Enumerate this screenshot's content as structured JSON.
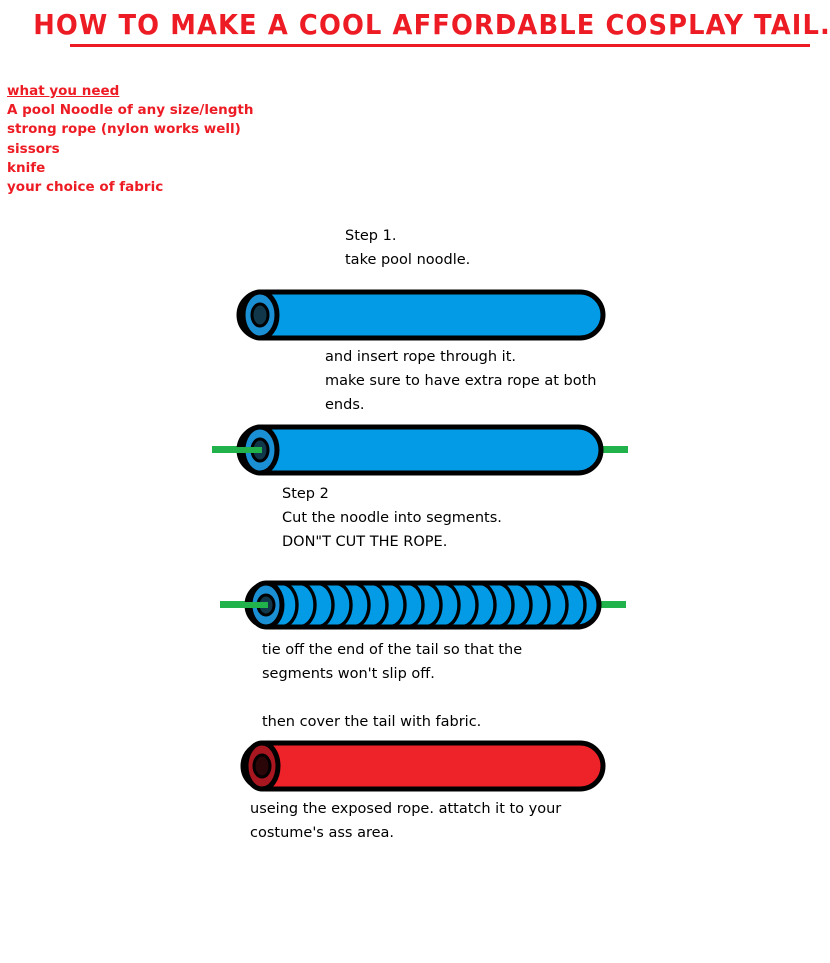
{
  "title": "HOW TO MAKE A COOL AFFORDABLE COSPLAY TAIL.",
  "materials": {
    "heading": "what you need",
    "items": [
      "A pool Noodle of any size/length",
      "strong rope (nylon works well)",
      "sissors",
      "knife",
      "your choice of fabric"
    ]
  },
  "steps": {
    "step1": "Step 1.\ntake pool noodle.",
    "insert_rope": "  and insert rope through it.\nmake sure to have extra rope at both\nends.",
    "step2": "Step 2\nCut the noodle into segments.\nDON\"T CUT THE ROPE.",
    "tie_off": "  tie off the end of the tail so that the\n  segments won't slip off.\n\nthen cover the tail with fabric.",
    "attach": "useing the exposed rope. attatch it to your\ncostume's ass area."
  },
  "colors": {
    "title_red": "#ED1C24",
    "list_red": "#ED1C24",
    "noodle_blue": "#039BE5",
    "noodle_blue_cap": "#1B8FD4",
    "noodle_blue_hole": "#10384A",
    "noodle_red": "#EE2229",
    "noodle_red_cap": "#A81620",
    "noodle_red_hole": "#2A0608",
    "rope_green": "#22B24C",
    "outline": "#000000"
  },
  "figures": {
    "fig1_plain_noodle": {
      "label": "plain pool noodle",
      "has_rope": false,
      "segments": 0
    },
    "fig2_noodle_with_rope": {
      "label": "pool noodle with rope inserted",
      "has_rope": true,
      "segments": 0
    },
    "fig3_segmented_noodle": {
      "label": "noodle cut into segments on rope",
      "has_rope": true,
      "segments": 19
    },
    "fig4_fabric_covered": {
      "label": "tail covered with red fabric",
      "has_rope": false,
      "segments": 0
    }
  }
}
